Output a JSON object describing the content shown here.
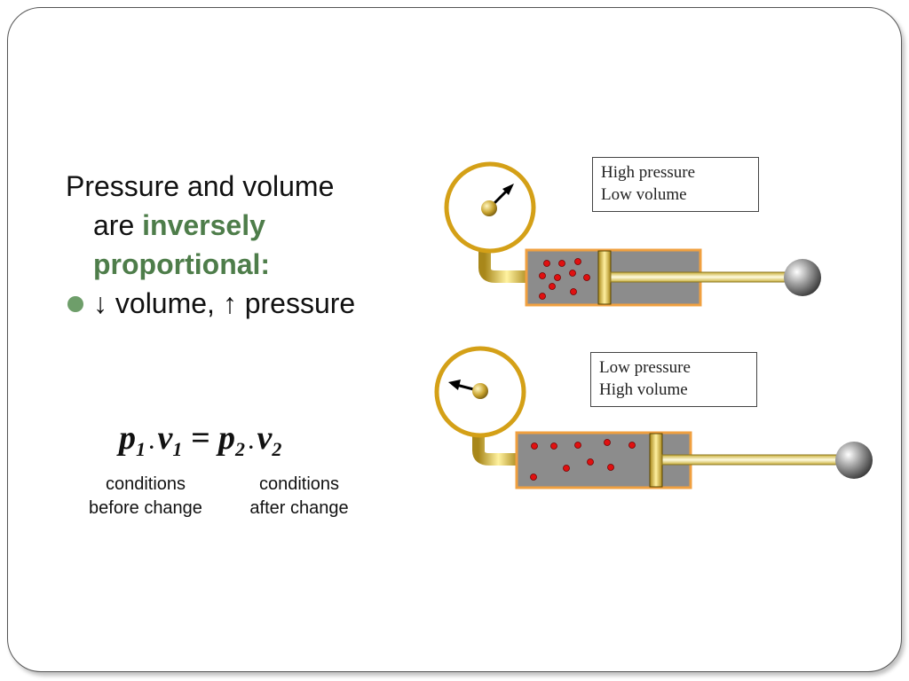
{
  "text": {
    "line1": "Pressure and volume",
    "line2_prefix": "are ",
    "line2_accent": "inversely",
    "line3_accent": "proportional:",
    "bullet": "↓ volume, ↑ pressure"
  },
  "formula": {
    "p": "p",
    "v": "v",
    "sub1": "1",
    "sub2": "2",
    "dot": ".",
    "equals": " = "
  },
  "conditions": {
    "before_line1": "conditions",
    "before_line2": "before change",
    "after_line1": "conditions",
    "after_line2": "after change"
  },
  "diagram": {
    "top_label_line1": "High pressure",
    "top_label_line2": "Low volume",
    "bottom_label_line1": "Low pressure",
    "bottom_label_line2": "High volume"
  },
  "colors": {
    "accent_green": "#4e7d4a",
    "gauge_gold": "#d4a017",
    "cylinder_gray": "#8c8c8c",
    "cylinder_border": "#f0a040",
    "particle_red": "#e01010"
  }
}
